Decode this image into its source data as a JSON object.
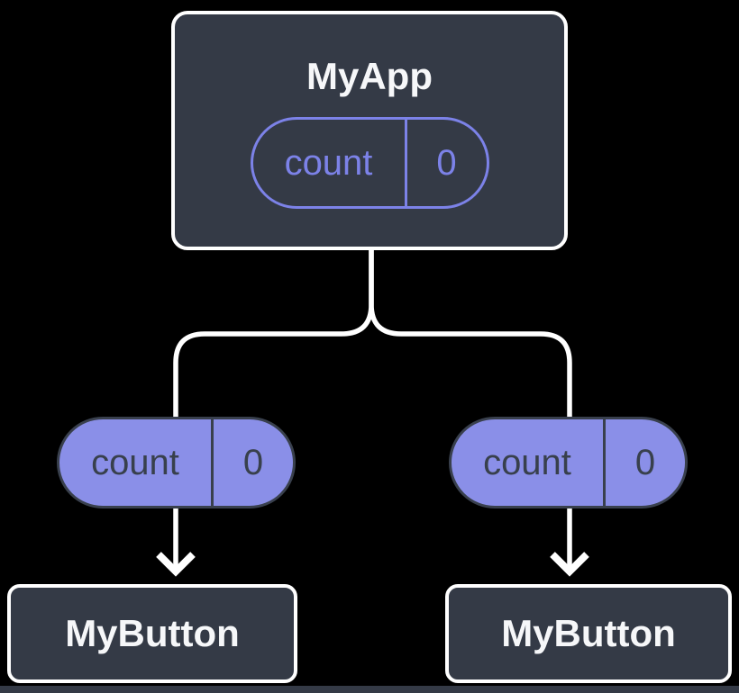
{
  "diagram": {
    "colors": {
      "background": "#000000",
      "node_fill": "#343a46",
      "node_border": "#ffffff",
      "connector": "#ffffff",
      "title_text": "#f6f7f9",
      "pill_fill": "#8a8fe8",
      "pill_outline": "#7c82e8",
      "pill_dark_text": "#38404c",
      "pill_dark_border": "#39404d"
    },
    "root": {
      "title": "MyApp",
      "state": {
        "name": "count",
        "value": "0"
      }
    },
    "props": [
      {
        "name": "count",
        "value": "0"
      },
      {
        "name": "count",
        "value": "0"
      }
    ],
    "children": [
      {
        "title": "MyButton"
      },
      {
        "title": "MyButton"
      }
    ]
  }
}
